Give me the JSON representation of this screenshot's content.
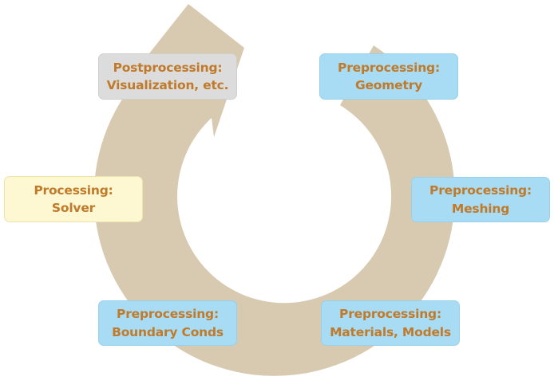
{
  "colors": {
    "arrow": "#d7cab1",
    "text": "#c07a2a",
    "gray_box": "#dcdcdc",
    "blue_box": "#a8dcf4",
    "yellow_box": "#fdf8d2"
  },
  "stages": {
    "postprocessing": {
      "line1": "Postprocessing:",
      "line2": "Visualization, etc."
    },
    "geometry": {
      "line1": "Preprocessing:",
      "line2": "Geometry"
    },
    "meshing": {
      "line1": "Preprocessing:",
      "line2": "Meshing"
    },
    "solver": {
      "line1": "Processing:",
      "line2": "Solver"
    },
    "boundary": {
      "line1": "Preprocessing:",
      "line2": "Boundary Conds"
    },
    "materials": {
      "line1": "Preprocessing:",
      "line2": "Materials, Models"
    }
  }
}
